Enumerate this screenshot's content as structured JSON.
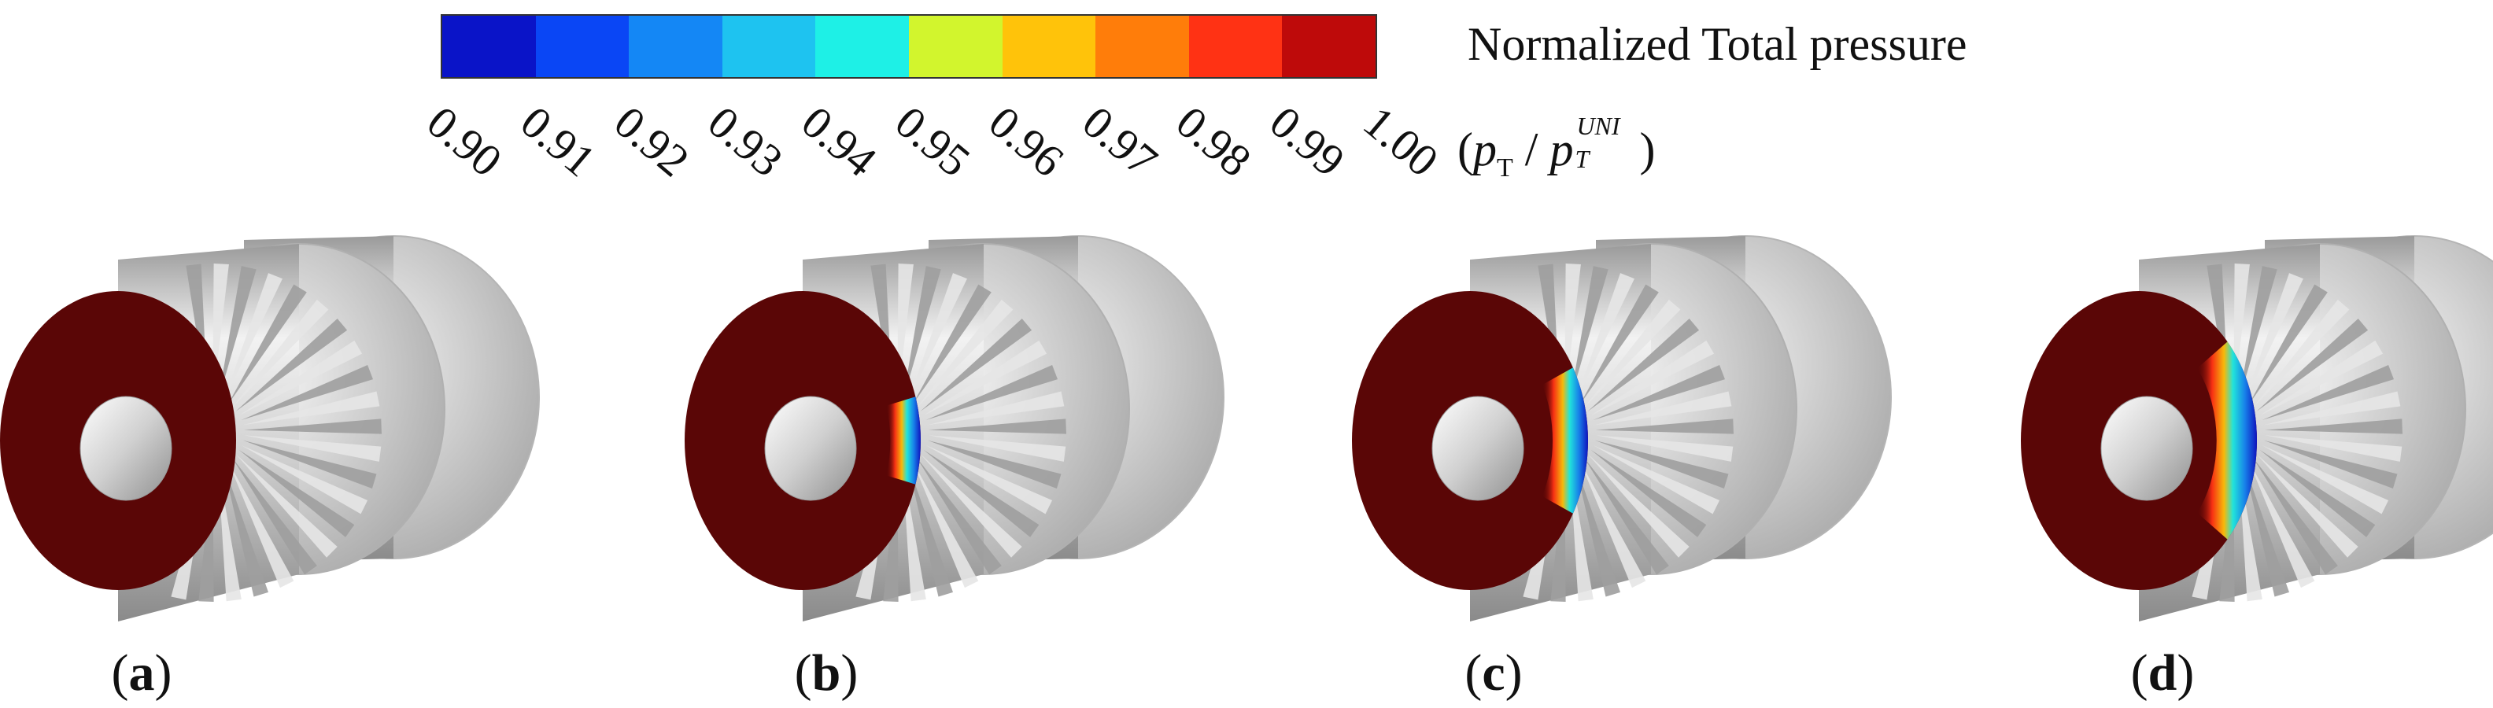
{
  "legend": {
    "title": "Normalized Total pressure",
    "formula": {
      "open": "(",
      "p": "p",
      "sub_T": "T",
      "slash": " / ",
      "p2": "p",
      "sup": "UNI",
      "sub2": "T",
      "close": ")"
    },
    "colors": [
      "#0a14c8",
      "#0a46f5",
      "#1487f5",
      "#1ec3f0",
      "#1ef0e6",
      "#d2f52d",
      "#ffc30a",
      "#ff7d0a",
      "#ff3214",
      "#be0a0a"
    ],
    "ticks": [
      "0.90",
      "0.91",
      "0.92",
      "0.93",
      "0.94",
      "0.95",
      "0.96",
      "0.97",
      "0.98",
      "0.99",
      "1.00"
    ]
  },
  "panels": [
    {
      "open": "(",
      "letter": "a",
      "close": ")",
      "distortion_extent": 0
    },
    {
      "open": "(",
      "letter": "b",
      "close": ")",
      "distortion_extent": 0.35
    },
    {
      "open": "(",
      "letter": "c",
      "close": ")",
      "distortion_extent": 0.6
    },
    {
      "open": "(",
      "letter": "d",
      "close": ")",
      "distortion_extent": 0.85
    }
  ],
  "colors": {
    "face": "#5a0606",
    "minimum": "#0a14c8",
    "hub": "#d8d8d8",
    "casing": "#d6d6d6"
  }
}
